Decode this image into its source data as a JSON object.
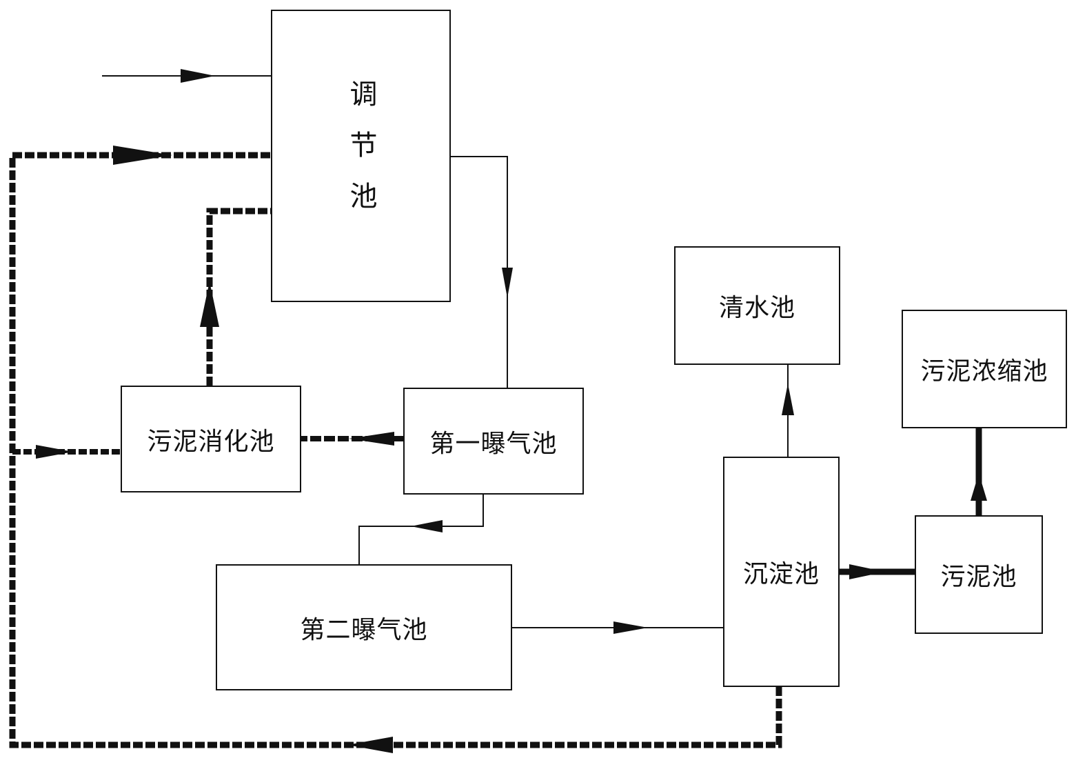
{
  "diagram": {
    "nodes": {
      "regulating_tank": "调节池",
      "clean_water_tank": "清水池",
      "sludge_thickening_tank": "污泥浓缩池",
      "sludge_digestion_tank": "污泥消化池",
      "first_aeration_tank": "第一曝气池",
      "second_aeration_tank": "第二曝气池",
      "sedimentation_tank": "沉淀池",
      "sludge_tank": "污泥池"
    },
    "edges": [
      {
        "from": "inflow",
        "to": "regulating_tank",
        "style": "water"
      },
      {
        "from": "regulating_tank",
        "to": "first_aeration_tank",
        "style": "water"
      },
      {
        "from": "first_aeration_tank",
        "to": "sludge_digestion_tank",
        "style": "sludge"
      },
      {
        "from": "sludge_digestion_tank",
        "to": "regulating_tank",
        "style": "sludge"
      },
      {
        "from": "first_aeration_tank",
        "to": "second_aeration_tank",
        "style": "water"
      },
      {
        "from": "second_aeration_tank",
        "to": "sedimentation_tank",
        "style": "water"
      },
      {
        "from": "sedimentation_tank",
        "to": "clean_water_tank",
        "style": "water"
      },
      {
        "from": "sedimentation_tank",
        "to": "sludge_tank",
        "style": "sludge"
      },
      {
        "from": "sludge_tank",
        "to": "sludge_thickening_tank",
        "style": "sludge"
      },
      {
        "from": "sedimentation_tank",
        "to": "regulating_tank",
        "style": "sludge-return"
      },
      {
        "from": "sedimentation_tank",
        "to": "sludge_digestion_tank",
        "style": "sludge-return"
      }
    ]
  }
}
